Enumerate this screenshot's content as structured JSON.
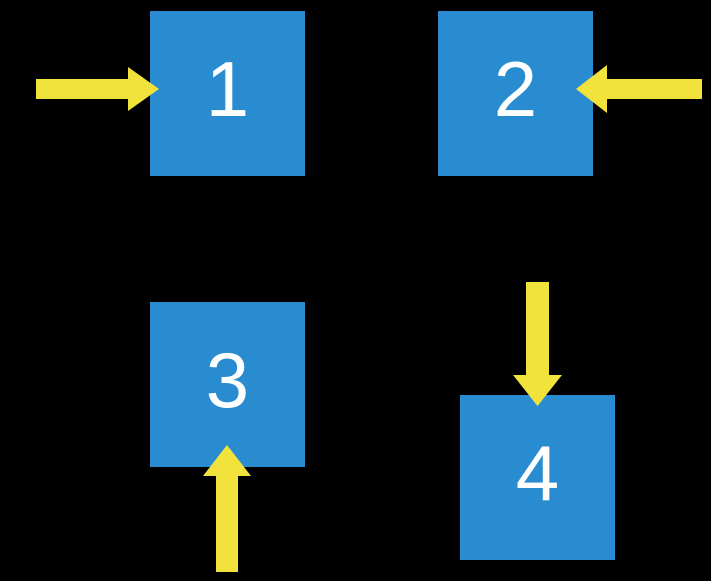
{
  "canvas": {
    "background": "#000000"
  },
  "colors": {
    "square": "#2A8CD0",
    "arrow": "#F2E23C",
    "number": "#FFFFFF"
  },
  "squares": [
    {
      "label": "1",
      "position": "top-left"
    },
    {
      "label": "2",
      "position": "top-right"
    },
    {
      "label": "3",
      "position": "bottom-left"
    },
    {
      "label": "4",
      "position": "bottom-right"
    }
  ],
  "arrows": [
    {
      "direction": "right",
      "points_at": "1",
      "side": "left-of-square"
    },
    {
      "direction": "left",
      "points_at": "2",
      "side": "right-of-square"
    },
    {
      "direction": "up",
      "points_at": "3",
      "side": "below-square"
    },
    {
      "direction": "down",
      "points_at": "4",
      "side": "above-square"
    }
  ]
}
